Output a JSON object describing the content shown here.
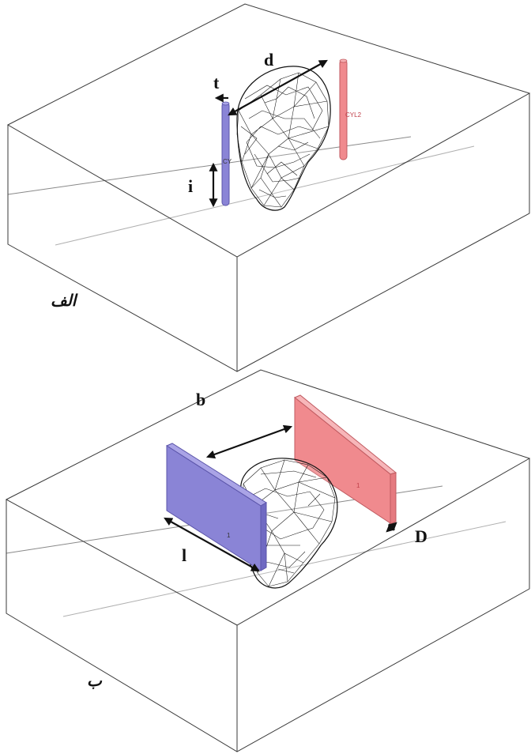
{
  "panel_a": {
    "label": "الف",
    "dimensions": {
      "d": "d",
      "t": "t",
      "i": "i"
    },
    "electrodes": {
      "cyl1": "CY",
      "cyl2": "CYL2"
    },
    "colors": {
      "cylinder_left": "#8a84d6",
      "cylinder_right": "#f08a8e"
    }
  },
  "panel_b": {
    "label": "ب",
    "dimensions": {
      "b": "b",
      "l": "l",
      "D": "D"
    },
    "plate_marks": {
      "left": "1",
      "right": "1"
    },
    "colors": {
      "plate_left": "#8a84d6",
      "plate_right": "#f08a8e"
    }
  }
}
